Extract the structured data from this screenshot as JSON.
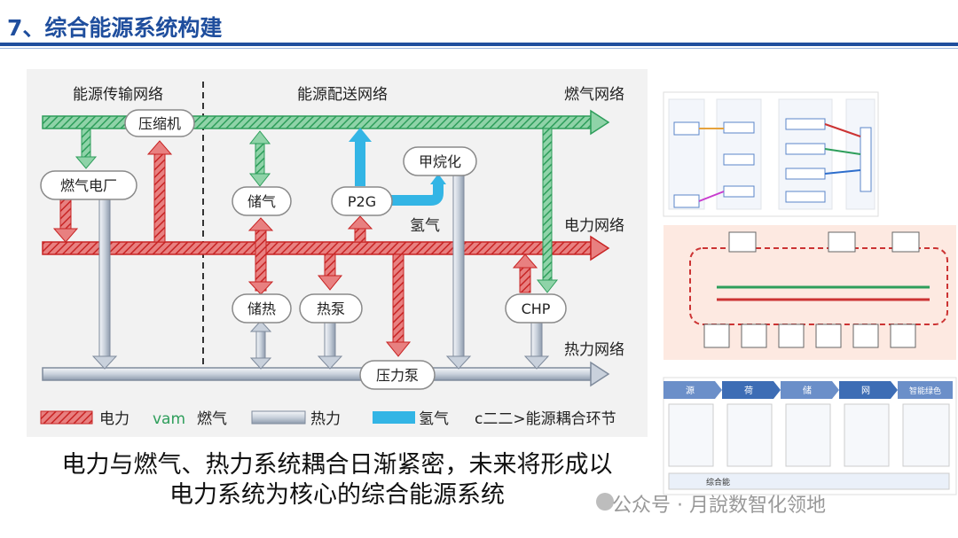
{
  "title": "7、综合能源系统构建",
  "networks": {
    "transmission": "能源传输网络",
    "distribution": "能源配送网络",
    "gas": "燃气网络",
    "power": "电力网络",
    "heat": "热力网络"
  },
  "nodes": {
    "compressor": "压缩机",
    "gas_plant": "燃气电厂",
    "gas_storage": "储气",
    "p2g": "P2G",
    "methanation": "甲烷化",
    "heat_storage": "储热",
    "heat_pump": "热泵",
    "chp": "CHP",
    "pressure_pump": "压力泵",
    "hydrogen": "氢气"
  },
  "legend": {
    "power": "电力",
    "gas_prefix": "vam",
    "gas": "燃气",
    "heat": "热力",
    "hydrogen": "氢气",
    "coupling": "c二二>能源耦合环节"
  },
  "summary": {
    "line1": "电力与燃气、热力系统耦合日渐紧密，未来将形成以",
    "line2": "电力系统为核心的综合能源系统"
  },
  "watermark": "公众号 · 月說数智化领地",
  "colors": {
    "gas": "#2e9e5b",
    "power": "#cc3333",
    "heat": "#9aa7b8",
    "hydrogen": "#33b5e5",
    "title": "#1f4e9d"
  },
  "thumbnails": {
    "thumb2": {
      "bottom_left": "综合能"
    },
    "thumb3": {
      "headers": [
        "源",
        "荷",
        "储",
        "网",
        "智能绿色"
      ]
    }
  }
}
